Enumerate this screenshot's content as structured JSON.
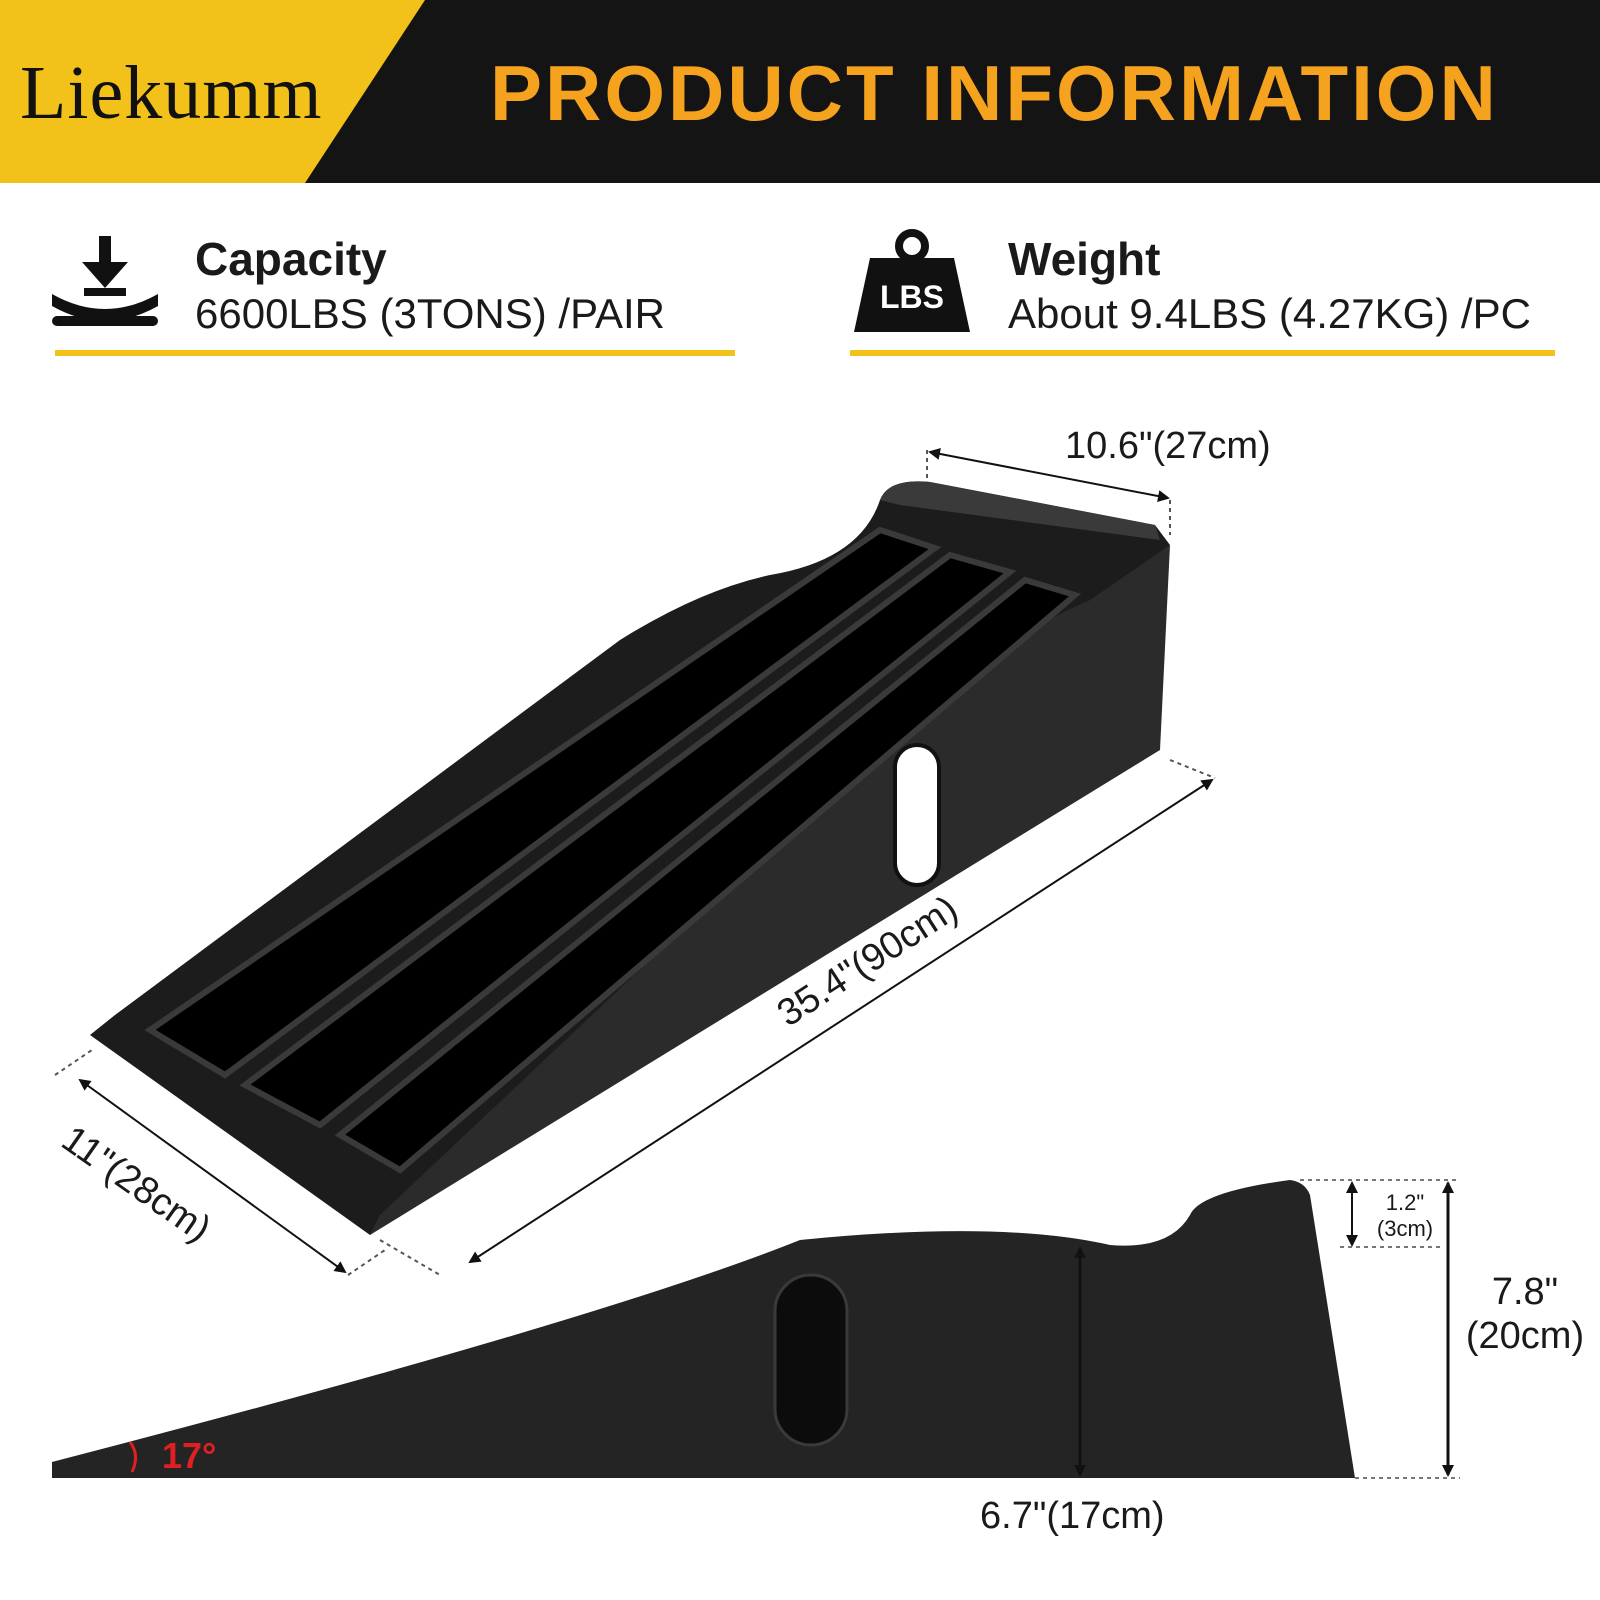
{
  "header": {
    "brand": "Liekumm",
    "title": "PRODUCT INFORMATION",
    "colors": {
      "brand_bg": "#f2c21a",
      "title": "#f5a21f",
      "bar": "#141414"
    }
  },
  "specs": [
    {
      "icon": "weight-capacity-icon",
      "label": "Capacity",
      "value": "6600LBS (3TONS) /PAIR"
    },
    {
      "icon": "lbs-weight-icon",
      "label": "Weight",
      "value": "About 9.4LBS (4.27KG) /PC",
      "icon_text": "LBS"
    }
  ],
  "dimensions": {
    "top_width": "10.6\"(27cm)",
    "length": "35.4\"(90cm)",
    "bottom_width": "11\"(28cm)",
    "lip_height_in": "1.2\"",
    "lip_height_cm": "(3cm)",
    "total_height_in": "7.8\"",
    "total_height_cm": "(20cm)",
    "platform_height": "6.7\"(17cm)",
    "angle": "17°"
  }
}
